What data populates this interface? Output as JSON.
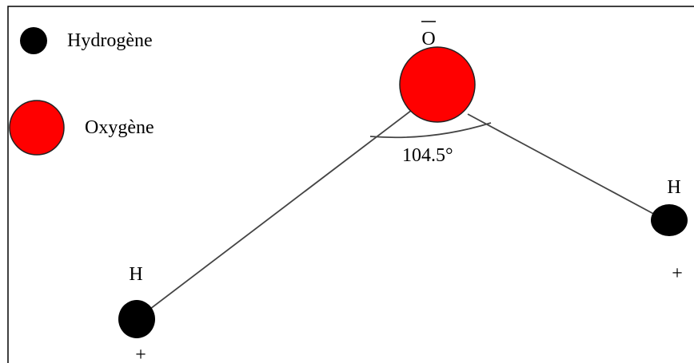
{
  "legend": {
    "hydrogen_label": "Hydrogène",
    "oxygen_label": "Oxygène"
  },
  "atoms": {
    "oxygen_symbol": "O",
    "hydrogen_left_symbol": "H",
    "hydrogen_right_symbol": "H",
    "hydrogen_left_charge": "+",
    "hydrogen_right_charge": "+"
  },
  "angle": {
    "value_label": "104.5°"
  },
  "colors": {
    "hydrogen": "#000000",
    "oxygen": "#ff0000",
    "outline": "#222222",
    "bond": "#444444",
    "frame": "#000000"
  }
}
